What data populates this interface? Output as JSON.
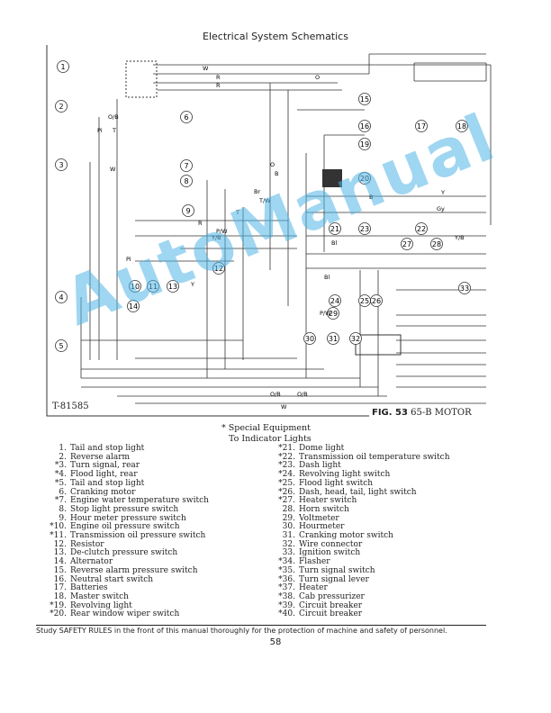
{
  "header": {
    "title": "Electrical System Schematics"
  },
  "diagram": {
    "drawing_number": "T-81585",
    "figure_label": "FIG. 53",
    "figure_caption": "65-B MOTOR",
    "callouts": [
      "1",
      "2",
      "3",
      "4",
      "5",
      "6",
      "7",
      "8",
      "9",
      "10",
      "11",
      "12",
      "13",
      "14",
      "15",
      "16",
      "17",
      "18",
      "19",
      "20",
      "21",
      "22",
      "23",
      "24",
      "25",
      "26",
      "27",
      "28",
      "29",
      "30",
      "31",
      "32",
      "33"
    ],
    "wire_labels": [
      "W",
      "R",
      "O",
      "R",
      "O/B",
      "Pi",
      "T",
      "W",
      "O",
      "B",
      "Br",
      "T/W",
      "T",
      "R",
      "Y/B",
      "P/W",
      "Y",
      "Gy",
      "B",
      "Y/B",
      "Bl",
      "Pi",
      "P/W",
      "Y",
      "Bl",
      "O/B",
      "O/B",
      "W"
    ]
  },
  "notes": {
    "special": "* Special Equipment",
    "indicator": "To Indicator Lights"
  },
  "legend_left": [
    [
      "1.",
      "Tail and stop light"
    ],
    [
      "2.",
      "Reverse alarm"
    ],
    [
      "*3.",
      "Turn signal, rear"
    ],
    [
      "*4.",
      "Flood light, rear"
    ],
    [
      "*5.",
      "Tail and stop light"
    ],
    [
      "6.",
      "Cranking motor"
    ],
    [
      "*7.",
      "Engine water temperature switch"
    ],
    [
      "8.",
      "Stop light pressure switch"
    ],
    [
      "9.",
      "Hour meter pressure switch"
    ],
    [
      "*10.",
      "Engine oil pressure switch"
    ],
    [
      "*11.",
      "Transmission oil pressure switch"
    ],
    [
      "12.",
      "Resistor"
    ],
    [
      "13.",
      "De-clutch pressure switch"
    ],
    [
      "14.",
      "Alternator"
    ],
    [
      "15.",
      "Reverse alarm pressure switch"
    ],
    [
      "16.",
      "Neutral start switch"
    ],
    [
      "17.",
      "Batteries"
    ],
    [
      "18.",
      "Master switch"
    ],
    [
      "*19.",
      "Revolving light"
    ],
    [
      "*20.",
      "Rear window wiper switch"
    ]
  ],
  "legend_right": [
    [
      "*21.",
      "Dome light"
    ],
    [
      "*22.",
      "Transmission oil temperature switch"
    ],
    [
      "*23.",
      "Dash light"
    ],
    [
      "*24.",
      "Revolving light switch"
    ],
    [
      "*25.",
      "Flood light switch"
    ],
    [
      "*26.",
      "Dash, head, tail, light switch"
    ],
    [
      "*27.",
      "Heater switch"
    ],
    [
      "28.",
      "Horn switch"
    ],
    [
      "29.",
      "Voltmeter"
    ],
    [
      "30.",
      "Hourmeter"
    ],
    [
      "31.",
      "Cranking motor switch"
    ],
    [
      "32.",
      "Wire connector"
    ],
    [
      "33.",
      "Ignition switch"
    ],
    [
      "*34.",
      "Flasher"
    ],
    [
      "*35.",
      "Turn signal switch"
    ],
    [
      "*36.",
      "Turn signal lever"
    ],
    [
      "*37.",
      "Heater"
    ],
    [
      "*38.",
      "Cab pressurizer"
    ],
    [
      "*39.",
      "Circuit breaker"
    ],
    [
      "*40.",
      "Circuit breaker"
    ]
  ],
  "footer": {
    "safety": "Study SAFETY RULES in the front of this manual thoroughly for the protection of machine and safety of personnel.",
    "page_number": "58"
  },
  "watermark": "AutoManual"
}
